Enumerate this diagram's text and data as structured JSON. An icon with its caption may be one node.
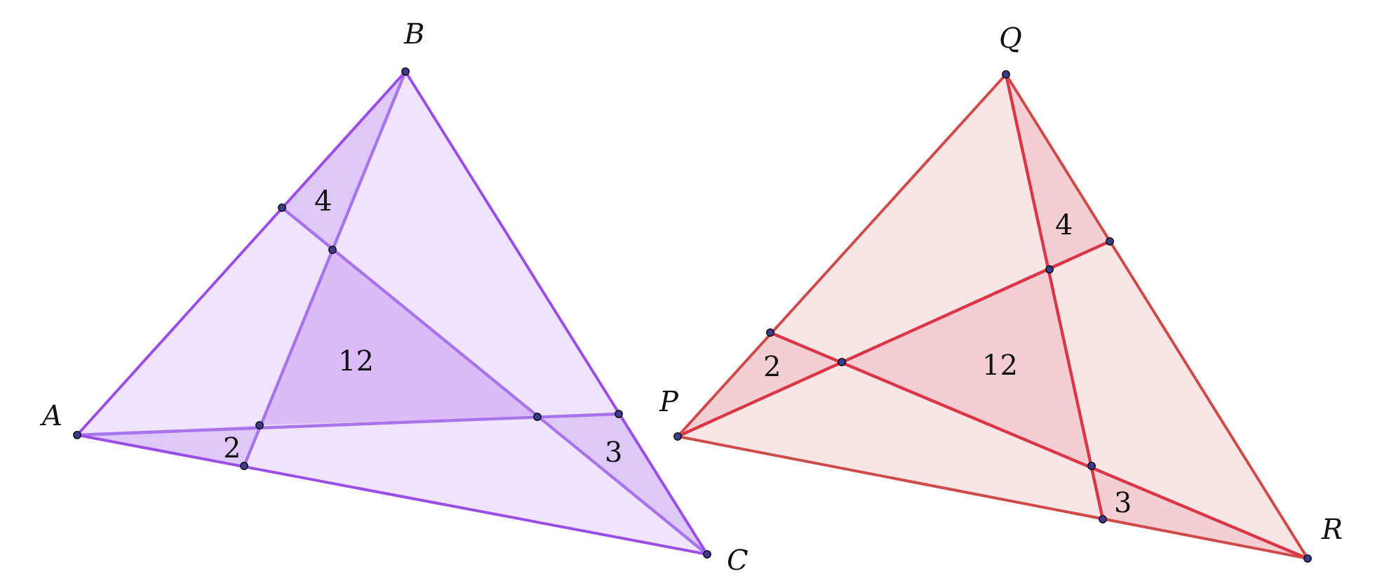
{
  "diagram": {
    "labels": [
      "B",
      "4",
      "A",
      "12",
      "2",
      "3",
      "C",
      "Q",
      "4",
      "P",
      "2",
      "12",
      "3",
      "R"
    ]
  }
}
